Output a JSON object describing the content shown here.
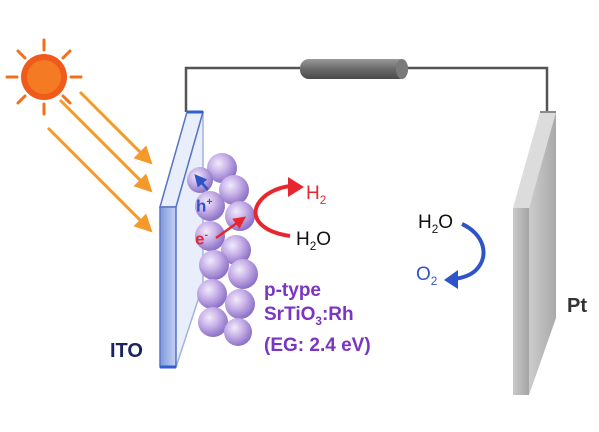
{
  "electrodes": {
    "photocathode": "ITO",
    "counter": "Pt"
  },
  "photocatalyst": {
    "line1": "p-type",
    "line2_base": "SrTiO",
    "line2_sub": "3",
    "line2_tail": ":Rh",
    "line3": "(EG: 2.4 eV)"
  },
  "cathode_reaction": {
    "hole": "h",
    "hole_charge": "+",
    "electron": "e",
    "electron_charge": "-",
    "reactant_base": "H",
    "reactant_sub": "2",
    "reactant_tail": "O",
    "product_base": "H",
    "product_sub": "2"
  },
  "anode_reaction": {
    "reactant_base": "H",
    "reactant_sub": "2",
    "reactant_tail": "O",
    "product_base": "O",
    "product_sub": "2"
  },
  "colors": {
    "sun": "#f36f1c",
    "light_rays": "#f59a2a",
    "ito_label": "#1c2260",
    "photocatalyst_text": "#7a35c2",
    "hydrogen_arrow": "#e8262f",
    "electron_arrow": "#e8262f",
    "hole_arrow": "#2f54c8",
    "oxygen_arrow": "#2f54c8",
    "wire": "#555555",
    "pt_electrode": "#b5b5b5",
    "ito_electrode": "#9fb6ea"
  },
  "icons": [
    "sun-icon",
    "light-ray-arrow",
    "resistor-icon",
    "particle-sphere"
  ]
}
